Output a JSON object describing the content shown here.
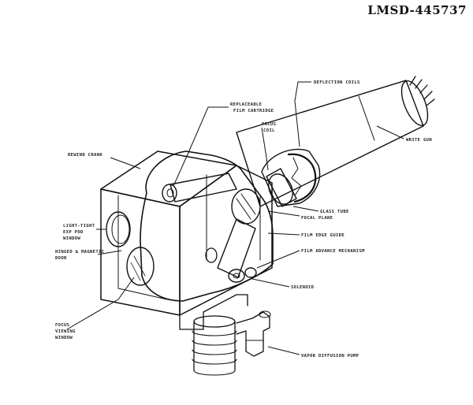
{
  "document_id": "LMSD-445737",
  "labels": {
    "deflection_coils": "DEFLECTION COILS",
    "replaceable_film_cartridge": [
      "REPLACEABLE",
      "FILM CARTRIDGE"
    ],
    "focus_coil": [
      "FOCUS",
      "COIL"
    ],
    "rewind_crank": "REWIND CRANK",
    "write_gun": "WRITE GUN",
    "light_tight_exp_pod_window": [
      "LIGHT-TIGHT",
      "EXP POD",
      "WINDOW"
    ],
    "hinged_magnetic_door": [
      "HINGED & MAGNETIC",
      "DOOR"
    ],
    "glass_tube": "GLASS TUBE",
    "focal_plane": "FOCAL PLANE",
    "film_edge_guide": "FILM EDGE GUIDE",
    "film_advance_mechanism": "FILM ADVANCE MECHANISM",
    "solenoid": "SOLENOID",
    "focus_viewing_window": [
      "FOCUS",
      "VIEWING",
      "WINDOW"
    ],
    "vapor_diffusion_pump": "VAPOR DIFFUSION PUMP"
  }
}
